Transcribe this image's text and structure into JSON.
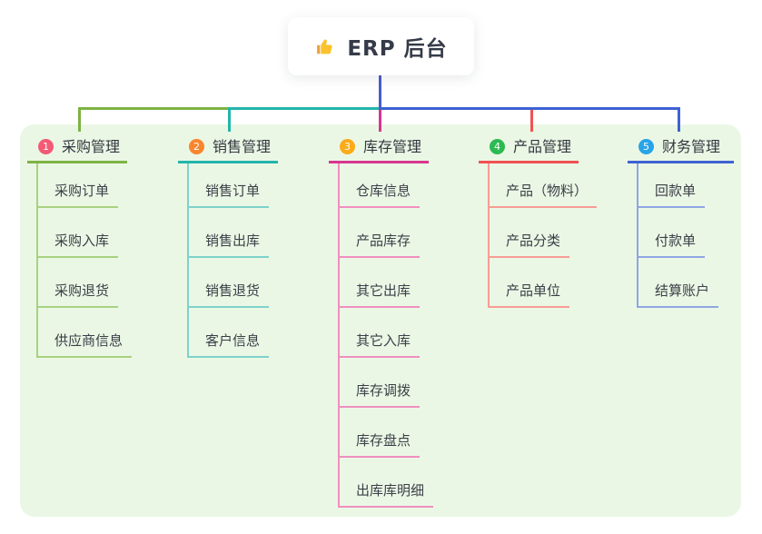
{
  "root": {
    "label": "ERP 后台",
    "icon": "thumbs-up-icon"
  },
  "branches": [
    {
      "index": "1",
      "label": "采购管理",
      "color": "#7db343",
      "light_color": "#a8d27f",
      "badge_color": "#f35a75",
      "children": [
        "采购订单",
        "采购入库",
        "采购退货",
        "供应商信息"
      ]
    },
    {
      "index": "2",
      "label": "销售管理",
      "color": "#22b5ab",
      "light_color": "#7ed2ca",
      "badge_color": "#f8862e",
      "children": [
        "销售订单",
        "销售出库",
        "销售退货",
        "客户信息"
      ]
    },
    {
      "index": "3",
      "label": "库存管理",
      "color": "#d6368f",
      "light_color": "#ef8fc0",
      "badge_color": "#fbab17",
      "children": [
        "仓库信息",
        "产品库存",
        "其它出库",
        "其它入库",
        "库存调拨",
        "库存盘点",
        "出库库明细"
      ]
    },
    {
      "index": "4",
      "label": "产品管理",
      "color": "#f05253",
      "light_color": "#f79d95",
      "badge_color": "#2cba52",
      "children": [
        "产品（物料）",
        "产品分类",
        "产品单位"
      ]
    },
    {
      "index": "5",
      "label": "财务管理",
      "color": "#3f62d2",
      "light_color": "#90a6e2",
      "badge_color": "#28a4e9",
      "children": [
        "回款单",
        "付款单",
        "结算账户"
      ]
    }
  ],
  "colors": {
    "panel_background": "#ebf7e5",
    "root_stem": "#4a5ccb",
    "root_text": "#353b48"
  }
}
